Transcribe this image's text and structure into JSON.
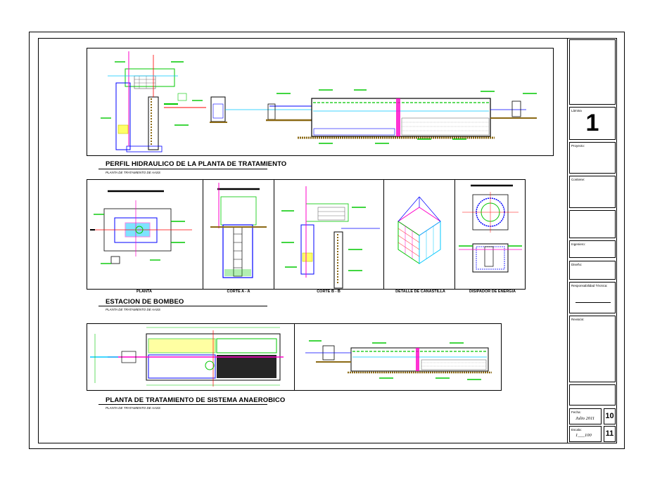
{
  "sections": {
    "perfil": {
      "title": "PERFIL HIDRAULICO DE LA PLANTA DE TRATAMIENTO",
      "subtitle": "PLANTA DE TRATAMIENTO DE AASS"
    },
    "estacion": {
      "title": "ESTACION DE BOMBEO",
      "subtitle": "PLANTA DE TRATAMIENTO DE AASS",
      "captions": [
        "PLANTA",
        "CORTE A - A",
        "CORTE B - B",
        "DETALLE DE CANASTILLA",
        "DISIPADOR DE ENERGIA"
      ]
    },
    "anaerobico": {
      "title": "PLANTA DE TRATAMIENTO DE SISTEMA ANAEROBICO",
      "subtitle": "PLANTA DE TRATAMIENTO DE AASS"
    }
  },
  "title_block": {
    "lamina_label": "Lámina",
    "lamina_number": "1",
    "proyecto_label": "Proyecto:",
    "contiene_label": "Contiene:",
    "ingeniero_label": "Ingeniero:",
    "diseno_label": "Diseño:",
    "responsabilidad_label": "Responsabilidad Técnica:",
    "revision_label": "Revisión:",
    "fecha_label": "Fecha:",
    "fecha_value": "Julio 2011",
    "escala_label": "Escala:",
    "escala_value": "1___100",
    "sheet_current": "10",
    "sheet_total": "11"
  },
  "colors": {
    "green": "#00c800",
    "cyan": "#00c8ff",
    "blue": "#0000ff",
    "magenta": "#ff00c8",
    "red": "#ff0000",
    "yellow": "#c8c800",
    "brown": "#8b6914",
    "black": "#000000"
  }
}
